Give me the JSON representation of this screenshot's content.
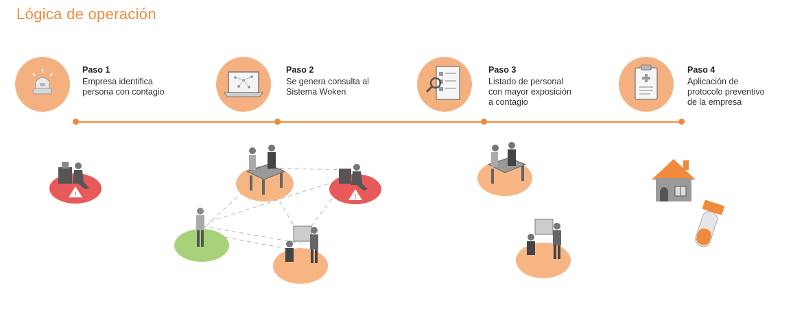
{
  "title": "Lógica de operación",
  "steps": [
    {
      "label": "Paso 1",
      "desc": "Empresa identifica\npersona con contagio",
      "icon": "alarm-light-icon"
    },
    {
      "label": "Paso 2",
      "desc": "Se genera consulta al\nSistema Woken",
      "icon": "laptop-network-icon"
    },
    {
      "label": "Paso 3",
      "desc": "Listado de personal\ncon mayor exposición\na contagio",
      "icon": "document-search-icon"
    },
    {
      "label": "Paso 4",
      "desc": "Aplicación de\nprotocolo preventivo\nde la empresa",
      "icon": "clipboard-protocol-icon"
    }
  ],
  "colors": {
    "accent": "#f08a3c",
    "circle": "#f5b080",
    "infected": "#e85a5a",
    "healthy": "#a8d27a",
    "worker_area": "#f8b584"
  }
}
